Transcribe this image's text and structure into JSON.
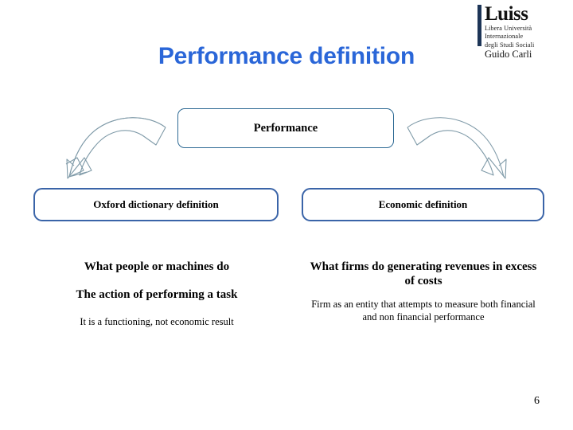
{
  "slide": {
    "title": "Performance definition",
    "page_number": "6",
    "background_color": "#ffffff",
    "title_color": "#2a66d8"
  },
  "logo": {
    "wordmark": "Luiss",
    "subtitle_lines": [
      "Libera Università",
      "Internazionale",
      "degli Studi Sociali"
    ],
    "name": "Guido Carli",
    "bar_color": "#1d3557"
  },
  "diagram": {
    "root_box": {
      "label": "Performance",
      "border_color": "#2e6a94"
    },
    "branches": [
      {
        "box_label": "Oxford dictionary definition",
        "border_color": "#3a64a8",
        "arrow": "curved-arrow-down-left",
        "lines": [
          {
            "text": "What people or machines do",
            "emphasis": "bold"
          },
          {
            "text": "The action of performing a task",
            "emphasis": "bold"
          },
          {
            "text": "It is a functioning, not economic result",
            "emphasis": "normal"
          }
        ]
      },
      {
        "box_label": "Economic definition",
        "border_color": "#3a64a8",
        "arrow": "curved-arrow-down-right",
        "lines": [
          {
            "text": "What firms do generating revenues in excess of costs",
            "emphasis": "bold"
          },
          {
            "text": "Firm as an entity that attempts to measure both financial and non financial performance",
            "emphasis": "normal"
          }
        ]
      }
    ],
    "arrow_color": "#7f9aa8"
  }
}
